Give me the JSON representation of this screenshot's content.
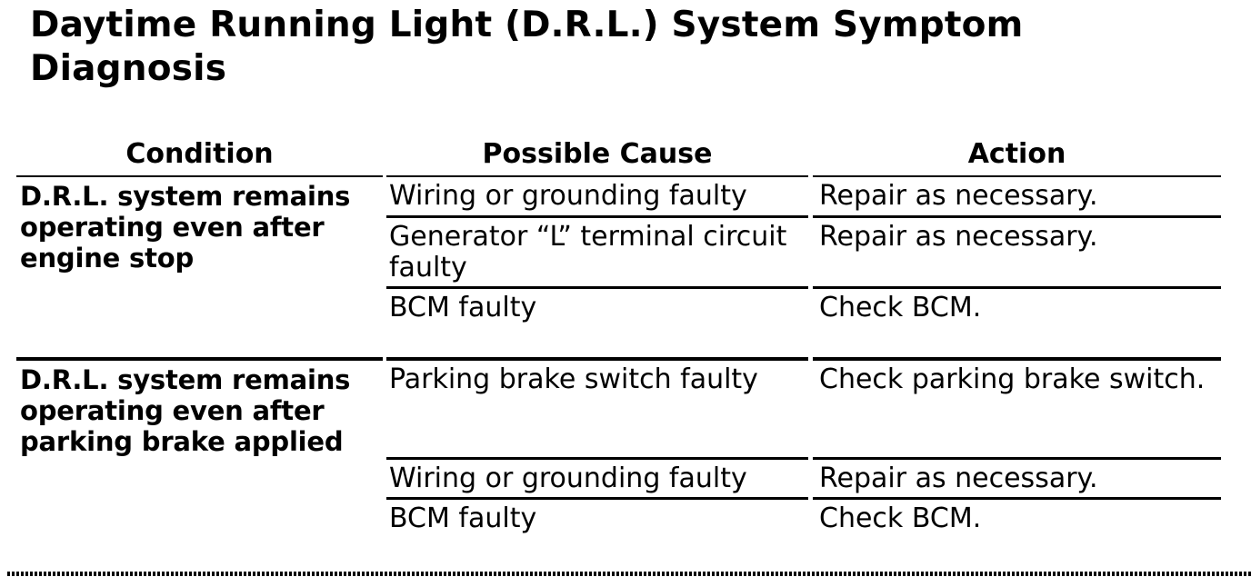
{
  "page": {
    "title": "Daytime Running Light (D.R.L.) System Symptom Diagnosis"
  },
  "table": {
    "headers": {
      "condition": "Condition",
      "cause": "Possible Cause",
      "action": "Action"
    },
    "groups": [
      {
        "condition": "D.R.L. system remains operating even after engine stop",
        "rows": [
          {
            "cause": "Wiring or grounding faulty",
            "action": "Repair as necessary."
          },
          {
            "cause": "Generator “L” terminal circuit faulty",
            "action": "Repair as necessary."
          },
          {
            "cause": "BCM faulty",
            "action": "Check BCM."
          }
        ]
      },
      {
        "condition": "D.R.L. system remains operating even after parking brake applied",
        "rows": [
          {
            "cause": "Parking brake switch faulty",
            "action": "Check parking brake switch."
          },
          {
            "cause": "Wiring or grounding faulty",
            "action": "Repair as necessary."
          },
          {
            "cause": "BCM faulty",
            "action": "Check BCM."
          }
        ]
      }
    ]
  }
}
